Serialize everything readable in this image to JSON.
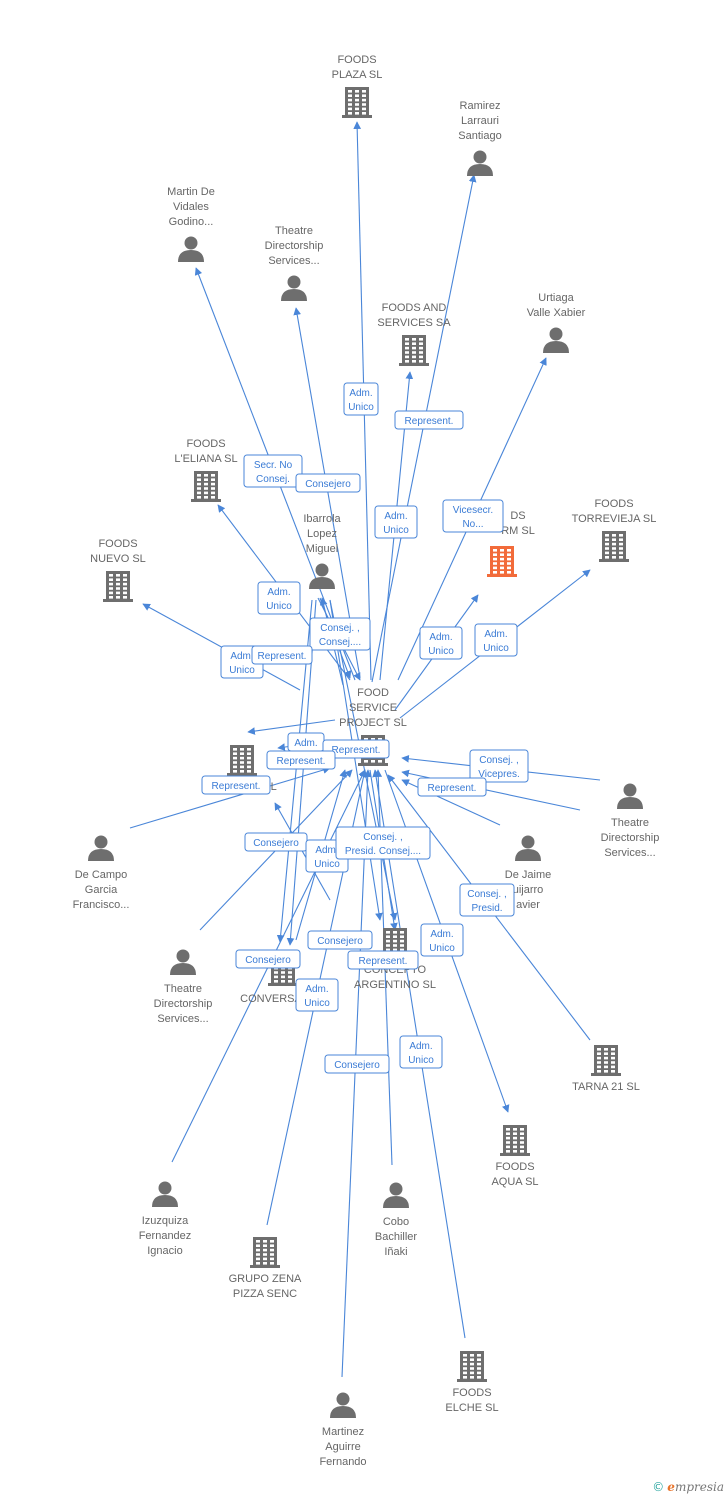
{
  "colors": {
    "edge": "#4a86d8",
    "node": "#6e6e6e",
    "highlight": "#f26b3a",
    "text": "#666666"
  },
  "nodes": [
    {
      "id": "plaza",
      "type": "company",
      "label": [
        "FOODS",
        "PLAZA SL"
      ]
    },
    {
      "id": "ramirez",
      "type": "person",
      "label": [
        "Ramirez",
        "Larrauri",
        "Santiago"
      ]
    },
    {
      "id": "martin",
      "type": "person",
      "label": [
        "Martin De",
        "Vidales",
        "Godino..."
      ]
    },
    {
      "id": "theatre1",
      "type": "person",
      "label": [
        "Theatre",
        "Directorship",
        "Services..."
      ]
    },
    {
      "id": "foodsservices",
      "type": "company",
      "label": [
        "FOODS AND",
        "SERVICES SA"
      ]
    },
    {
      "id": "urtiaga",
      "type": "person",
      "label": [
        "Urtiaga",
        "Valle Xabier"
      ]
    },
    {
      "id": "eliana",
      "type": "company",
      "label": [
        "FOODS",
        "L'ELIANA SL"
      ]
    },
    {
      "id": "ibarrola",
      "type": "person",
      "label": [
        "Ibarrola",
        "Lopez",
        "Miguel"
      ]
    },
    {
      "id": "foodsrm",
      "type": "company",
      "highlight": true,
      "label": [
        "DS",
        "RM SL"
      ]
    },
    {
      "id": "torrevieja",
      "type": "company",
      "label": [
        "FOODS",
        "TORREVIEJA SL"
      ]
    },
    {
      "id": "nuevo",
      "type": "company",
      "label": [
        "FOODS",
        "NUEVO SL"
      ]
    },
    {
      "id": "fsp",
      "type": "company",
      "label": [
        "FOOD",
        "SERVICE",
        "PROJECT SL"
      ]
    },
    {
      "id": "valencia",
      "type": "company",
      "label": [
        "VALENCIA SL"
      ]
    },
    {
      "id": "theatre2",
      "type": "person",
      "label": [
        "Theatre",
        "Directorship",
        "Services..."
      ]
    },
    {
      "id": "decampo",
      "type": "person",
      "label": [
        "De Campo",
        "Garcia",
        "Francisco..."
      ]
    },
    {
      "id": "dejaime",
      "type": "person",
      "label": [
        "De Jaime",
        "uijarro",
        "avier"
      ]
    },
    {
      "id": "theatre3",
      "type": "person",
      "label": [
        "Theatre",
        "Directorship",
        "Services..."
      ]
    },
    {
      "id": "conversa",
      "type": "company",
      "label": [
        "CONVERSA"
      ]
    },
    {
      "id": "concepto",
      "type": "company",
      "label": [
        "CONCEPTO",
        "ARGENTINO SL"
      ]
    },
    {
      "id": "tarna",
      "type": "company",
      "label": [
        "TARNA 21 SL"
      ]
    },
    {
      "id": "aqua",
      "type": "company",
      "label": [
        "FOODS",
        "AQUA SL"
      ]
    },
    {
      "id": "izuzquiza",
      "type": "person",
      "label": [
        "Izuzquiza",
        "Fernandez",
        "Ignacio"
      ]
    },
    {
      "id": "cobo",
      "type": "person",
      "label": [
        "Cobo",
        "Bachiller",
        "Iñaki"
      ]
    },
    {
      "id": "zena",
      "type": "company",
      "label": [
        "GRUPO ZENA",
        "PIZZA SENC"
      ]
    },
    {
      "id": "elche",
      "type": "company",
      "label": [
        "FOODS",
        "ELCHE SL"
      ]
    },
    {
      "id": "martinez",
      "type": "person",
      "label": [
        "Martinez",
        "Aguirre",
        "Fernando"
      ]
    }
  ],
  "edge_labels": [
    {
      "id": "l1",
      "text": [
        "Adm.",
        "Unico"
      ]
    },
    {
      "id": "l2",
      "text": [
        "Represent."
      ]
    },
    {
      "id": "l3",
      "text": [
        "Secr.  No",
        "Consej."
      ]
    },
    {
      "id": "l4",
      "text": [
        "Consejero"
      ]
    },
    {
      "id": "l5",
      "text": [
        "Adm.",
        "Unico"
      ]
    },
    {
      "id": "l6",
      "text": [
        "Vicesecr.",
        "No..."
      ]
    },
    {
      "id": "l7",
      "text": [
        "Adm.",
        "Unico"
      ]
    },
    {
      "id": "l8",
      "text": [
        "Consej. ,",
        "Consej...."
      ]
    },
    {
      "id": "l9",
      "text": [
        "Adm.",
        "Unico"
      ]
    },
    {
      "id": "l10",
      "text": [
        "Adm.",
        "Unico"
      ]
    },
    {
      "id": "l11",
      "text": [
        "Adm.",
        "Unico"
      ]
    },
    {
      "id": "l12",
      "text": [
        "Represent."
      ]
    },
    {
      "id": "l13",
      "text": [
        "Adm."
      ]
    },
    {
      "id": "l14",
      "text": [
        "Represent."
      ]
    },
    {
      "id": "l15",
      "text": [
        "Represent."
      ]
    },
    {
      "id": "l16",
      "text": [
        "Consej. ,",
        "Vicepres."
      ]
    },
    {
      "id": "l17",
      "text": [
        "Represent."
      ]
    },
    {
      "id": "l18",
      "text": [
        "Represent."
      ]
    },
    {
      "id": "l19",
      "text": [
        "Consejero"
      ]
    },
    {
      "id": "l20",
      "text": [
        "Adm.",
        "Unico"
      ]
    },
    {
      "id": "l21",
      "text": [
        "Consej. ,",
        "Presid. Consej...."
      ]
    },
    {
      "id": "l22",
      "text": [
        "Consej. ,",
        "Presid."
      ]
    },
    {
      "id": "l23",
      "text": [
        "Adm.",
        "Unico"
      ]
    },
    {
      "id": "l24",
      "text": [
        "Consejero"
      ]
    },
    {
      "id": "l25",
      "text": [
        "Consejero"
      ]
    },
    {
      "id": "l26",
      "text": [
        "Represent."
      ]
    },
    {
      "id": "l27",
      "text": [
        "Adm.",
        "Unico"
      ]
    },
    {
      "id": "l28",
      "text": [
        "Adm.",
        "Unico"
      ]
    },
    {
      "id": "l29",
      "text": [
        "Consejero"
      ]
    }
  ],
  "footer": {
    "copyright": "©",
    "brand_e": "e",
    "brand_rest": "mpresia"
  }
}
